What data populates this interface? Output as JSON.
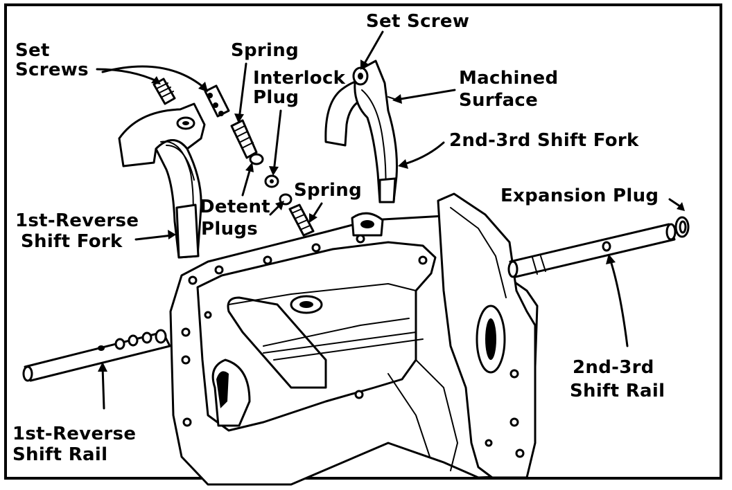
{
  "labels": {
    "set_screws_line1": "Set",
    "set_screws_line2": "Screws",
    "spring_top": "Spring",
    "interlock_line1": "Interlock",
    "interlock_line2": "Plug",
    "set_screw": "Set Screw",
    "machined_line1": "Machined",
    "machined_line2": "Surface",
    "fork_23": "2nd-3rd Shift Fork",
    "expansion_plug": "Expansion Plug",
    "spring_mid": "Spring",
    "detent_line1": "Detent",
    "detent_line2": "Plugs",
    "fork_1r_line1": "1st-Reverse",
    "fork_1r_line2": "Shift Fork",
    "rail_23_line1": "2nd-3rd",
    "rail_23_line2": "Shift Rail",
    "rail_1r_line1": "1st-Reverse",
    "rail_1r_line2": "Shift Rail"
  },
  "colors": {
    "ink": "#000000",
    "paper": "#ffffff"
  }
}
